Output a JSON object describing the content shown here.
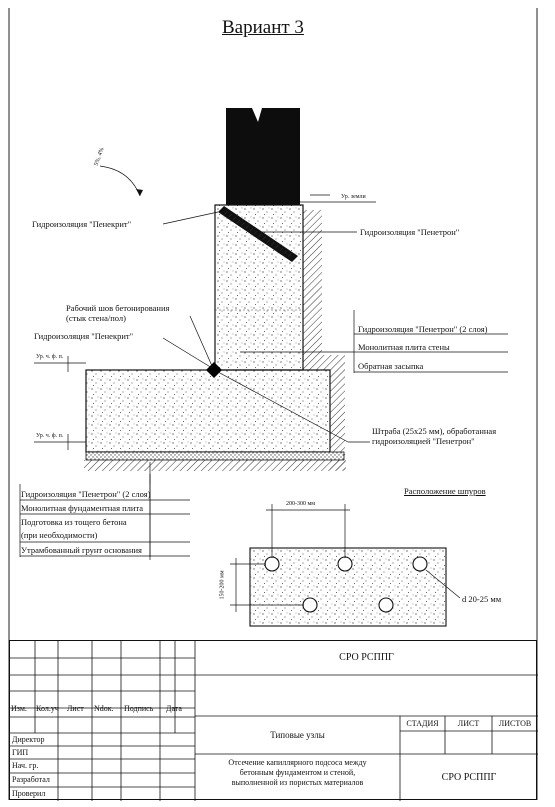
{
  "title": "Вариант 3",
  "labels": {
    "ur_zemli": "Ур. земли",
    "slope": "5%, 4%",
    "penekrit_top": "Гидроизоляция \"Пенекрит\"",
    "penetron_top": "Гидроизоляция \"Пенетрон\"",
    "rab_shov_1": "Рабочий шов бетонирования",
    "rab_shov_2": "(стык стена/пол)",
    "penekrit_mid": "Гидроизоляция \"Пенекрит\"",
    "ur_pf_1": "Ур. ч. ф. п.",
    "ur_pf_2": "Ур. ч. ф. п.",
    "shtraba_1": "Штраба (25х25 мм), обработанная",
    "shtraba_2": "гидроизоляцией \"Пенетрон\"",
    "raspolozhenie": "Расположение шпуров",
    "dim_200_300": "200-300 мм",
    "dim_150_200": "150-200 мм",
    "d_label": "d 20-25 мм"
  },
  "right_legend": [
    "Гидроизоляция \"Пенетрон\" (2 слоя)",
    "Монолитная плита стены",
    "Обратная засыпка"
  ],
  "left_legend": [
    "Гидроизоляция \"Пенетрон\" (2 слоя)",
    "Монолитная фундаментная плита",
    "Подготовка из тощего бетона",
    "(при необходимости)",
    "Утрамбованный грунт основания"
  ],
  "title_block": {
    "org_top": "СРО РСППГ",
    "cols": [
      "Изм.",
      "Кол.уч",
      "Лист",
      "Ndок.",
      "Подпись",
      "Дата"
    ],
    "roles": [
      "Директор",
      "ГИП",
      "Нач. гр.",
      "Разработал",
      "Проверил"
    ],
    "typical": "Типовые узлы",
    "stage": "СТАДИЯ",
    "sheet": "ЛИСТ",
    "sheets": "ЛИСТОВ",
    "desc_1": "Отсечение капиллярного подсоса между",
    "desc_2": "бетонным фундаментом и стеной,",
    "desc_3": "выполненной из пористых материалов",
    "org_bottom": "СРО РСППГ"
  }
}
